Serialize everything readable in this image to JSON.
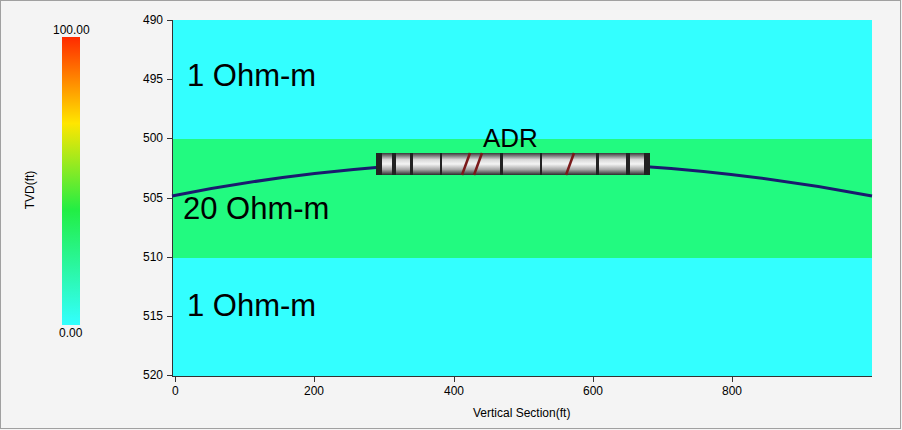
{
  "diagram": {
    "nodes": [
      {
        "text": [
          "1 Ohm-m"
        ]
      },
      {
        "text": [
          "20 Ohm-m"
        ]
      },
      {
        "text": [
          "1 Ohm-m"
        ]
      }
    ],
    "labels": [
      "ADR",
      "100.00",
      "0.00",
      "TVD(ft)",
      "490",
      "495",
      "500",
      "505",
      "510",
      "515",
      "520",
      "0",
      "200",
      "400",
      "600",
      "800",
      "Vertical Section(ft)"
    ]
  }
}
